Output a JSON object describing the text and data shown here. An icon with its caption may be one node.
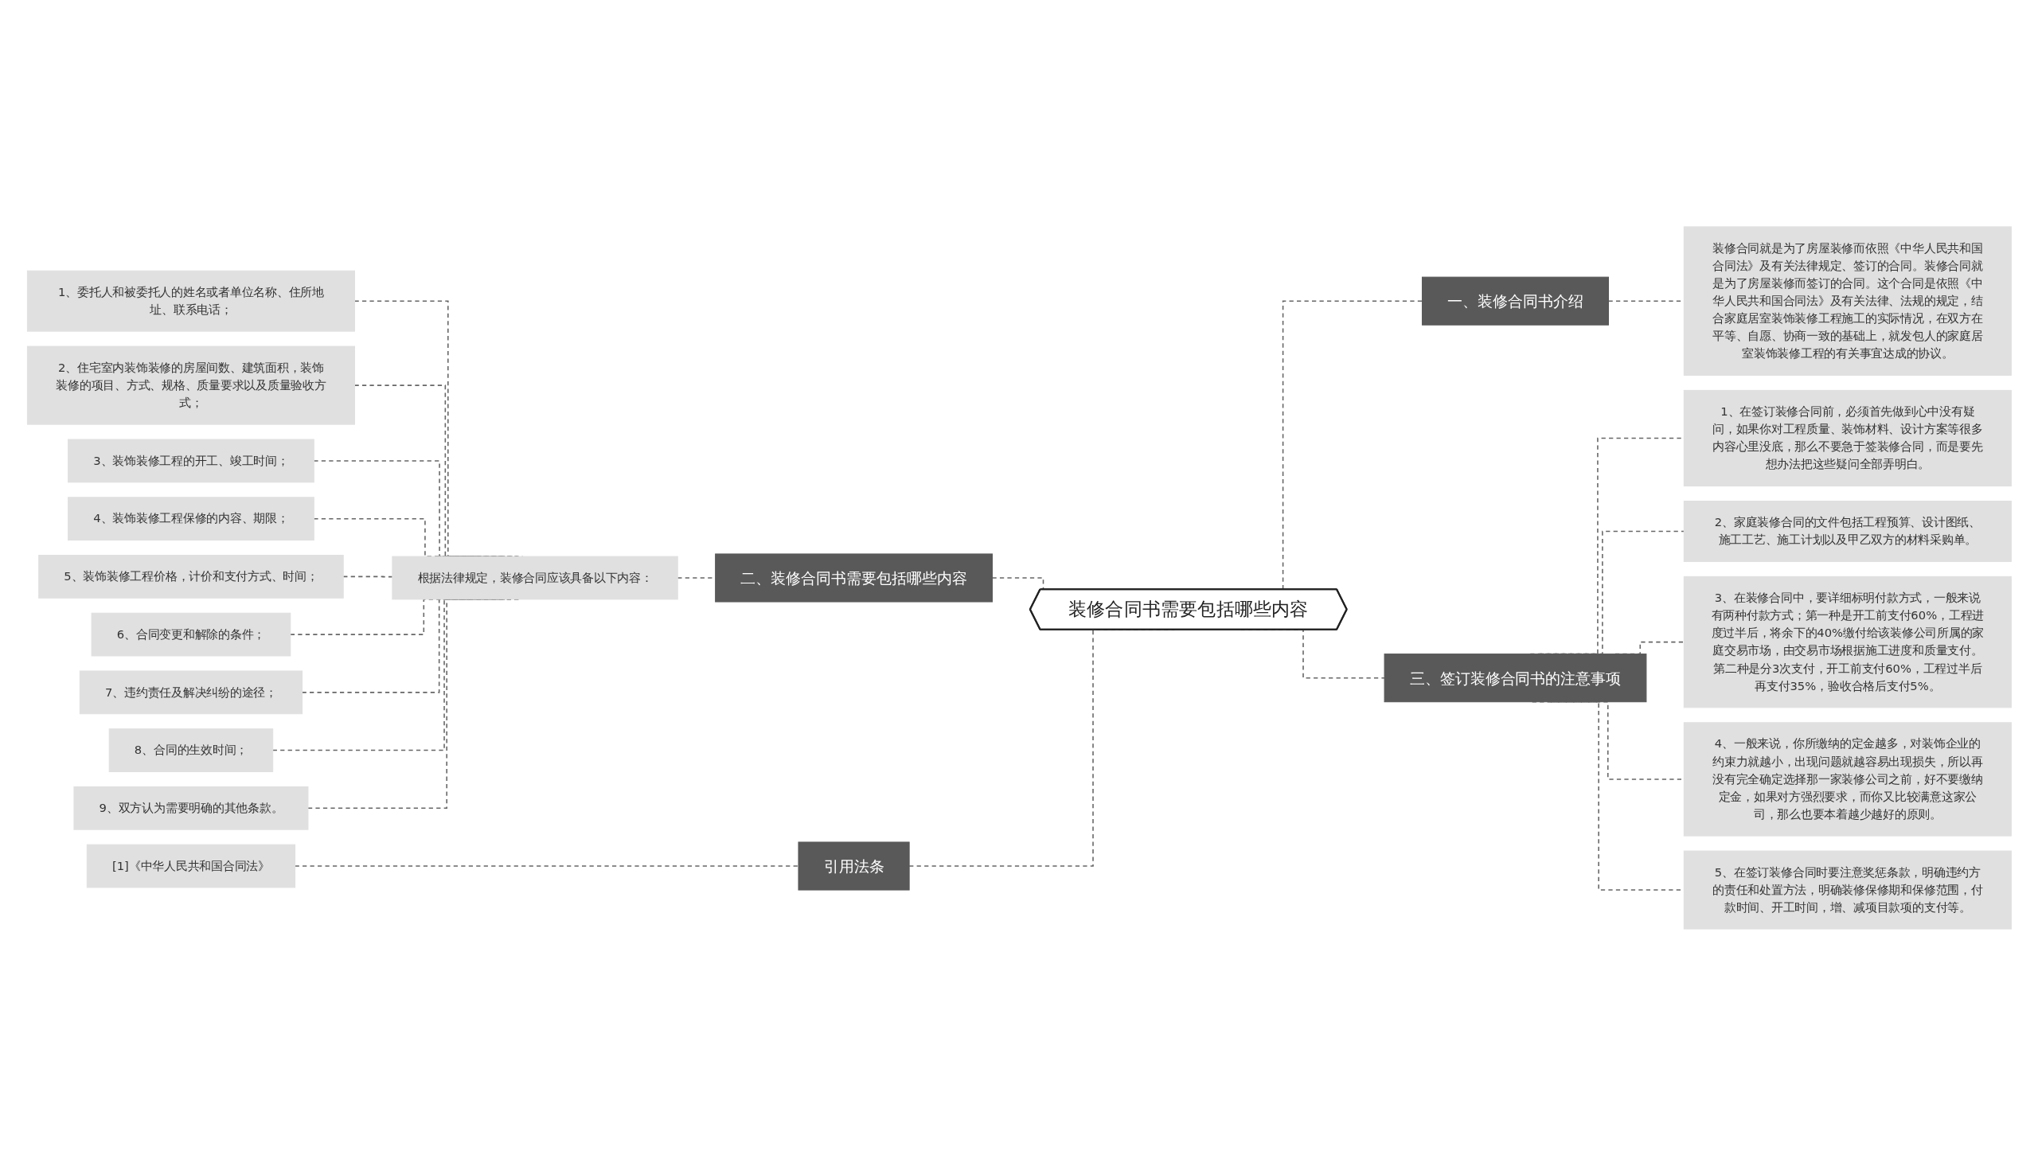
{
  "diagram": {
    "nodes": [
      {
        "text": [
          "装修合同书需要包括哪些内容"
        ]
      },
      {
        "text": [
          "一、装修合同书介绍"
        ]
      },
      {
        "text": [
          "装修合同就是为了房屋装修而依照《中华人民共和国合同法》及有关法律规定、签订的合同。装修合同就是为了房屋装修而签订的合同。这个合同是依照《中华人民共和国合同法》及有关法律、法规的规定，结合家庭居室装饰装修工程施工的实际情况，在双方在平等、自愿、协商一致的基础上，就发包人的家庭居室装饰装修工程的有关事宜达成的协议。"
        ]
      },
      {
        "text": [
          "二、装修合同书需要包括哪些内容"
        ]
      },
      {
        "text": [
          "根据法律规定，装修合同应该具备以下内容："
        ]
      },
      {
        "text": [
          "1、委托人和被委托人的姓名或者单位名称、住所地址、联系电话；"
        ]
      },
      {
        "text": [
          "2、住宅室内装饰装修的房屋间数、建筑面积，装饰装修的项目、方式、规格、质量要求以及质量验收方式；"
        ]
      },
      {
        "text": [
          "3、装饰装修工程的开工、竣工时间；"
        ]
      },
      {
        "text": [
          "4、装饰装修工程保修的内容、期限；"
        ]
      },
      {
        "text": [
          "5、装饰装修工程价格，计价和支付方式、时间；"
        ]
      },
      {
        "text": [
          "6、合同变更和解除的条件；"
        ]
      },
      {
        "text": [
          "7、违约责任及解决纠纷的途径；"
        ]
      },
      {
        "text": [
          "8、合同的生效时间；"
        ]
      },
      {
        "text": [
          "9、双方认为需要明确的其他条款。"
        ]
      },
      {
        "text": [
          "三、签订装修合同书的注意事项"
        ]
      },
      {
        "text": [
          "1、在签订装修合同前，必须首先做到心中没有疑问，如果你对工程质量、装饰材料、设计方案等很多内容心里没底，那么不要急于签装修合同，而是要先想办法把这些疑问全部弄明白。"
        ]
      },
      {
        "text": [
          "2、家庭装修合同的文件包括工程预算、设计图纸、施工工艺、施工计划以及甲乙双方的材料采购单。"
        ]
      },
      {
        "text": [
          "3、在装修合同中，要详细标明付款方式，一般来说有两种付款方式；第一种是开工前支付60%，工程进度过半后，将余下的40%缴付给该装修公司所属的家庭交易市场，由交易市场根据施工进度和质量支付。第二种是分3次支付，开工前支付60%，工程过半后再支付35%，验收合格后支付5%。"
        ]
      },
      {
        "text": [
          "4、一般来说，你所缴纳的定金越多，对装饰企业的约束力就越小，出现问题就越容易出现损失，所以再没有完全确定选择那一家装修公司之前，好不要缴纳定金，如果对方强烈要求，而你又比较满意这家公司，那么也要本着越少越好的原则。"
        ]
      },
      {
        "text": [
          "5、在签订装修合同时要注意奖惩条款，明确违约方的责任和处置方法，明确装修保修期和保修范围，付款时间、开工时间，增、减项目款项的支付等。"
        ]
      },
      {
        "text": [
          "引用法条"
        ]
      },
      {
        "text": [
          "[1]《中华人民共和国合同法》"
        ]
      }
    ],
    "edges": [
      {
        "from": 0,
        "to": 1,
        "arrow": "none",
        "style": "dashed"
      },
      {
        "from": 1,
        "to": 2,
        "arrow": "none",
        "style": "dashed"
      },
      {
        "from": 0,
        "to": 3,
        "arrow": "none",
        "style": "dashed"
      },
      {
        "from": 3,
        "to": 4,
        "arrow": "none",
        "style": "dashed"
      },
      {
        "from": 4,
        "to": 5,
        "arrow": "none",
        "style": "dashed"
      },
      {
        "from": 4,
        "to": 6,
        "arrow": "none",
        "style": "dashed"
      },
      {
        "from": 4,
        "to": 7,
        "arrow": "none",
        "style": "dashed"
      },
      {
        "from": 4,
        "to": 8,
        "arrow": "none",
        "style": "dashed"
      },
      {
        "from": 4,
        "to": 9,
        "arrow": "none",
        "style": "dashed"
      },
      {
        "from": 4,
        "to": 10,
        "arrow": "none",
        "style": "dashed"
      },
      {
        "from": 4,
        "to": 11,
        "arrow": "none",
        "style": "dashed"
      },
      {
        "from": 4,
        "to": 12,
        "arrow": "none",
        "style": "dashed"
      },
      {
        "from": 4,
        "to": 13,
        "arrow": "none",
        "style": "dashed"
      },
      {
        "from": 0,
        "to": 14,
        "arrow": "none",
        "style": "dashed"
      },
      {
        "from": 14,
        "to": 15,
        "arrow": "none",
        "style": "dashed"
      },
      {
        "from": 14,
        "to": 16,
        "arrow": "none",
        "style": "dashed"
      },
      {
        "from": 14,
        "to": 17,
        "arrow": "none",
        "style": "dashed"
      },
      {
        "from": 14,
        "to": 18,
        "arrow": "none",
        "style": "dashed"
      },
      {
        "from": 14,
        "to": 19,
        "arrow": "none",
        "style": "dashed"
      },
      {
        "from": 0,
        "to": 20,
        "arrow": "none",
        "style": "dashed"
      },
      {
        "from": 20,
        "to": 21,
        "arrow": "none",
        "style": "dashed"
      }
    ]
  }
}
